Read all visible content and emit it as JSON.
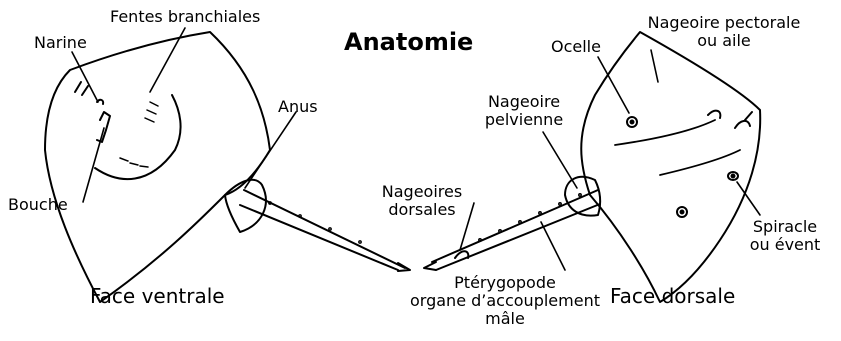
{
  "title": "Anatomie",
  "labels": {
    "fentes_branchiales": "Fentes branchiales",
    "narine": "Narine",
    "bouche": "Bouche",
    "anus": "Anus",
    "nageoire_pelvienne": [
      "Nageoire",
      "pelvienne"
    ],
    "nageoires_dorsales": [
      "Nageoires",
      "dorsales"
    ],
    "pterygopode": [
      "Ptérygopode",
      "organe d’accouplement",
      "mâle"
    ],
    "ocelle": "Ocelle",
    "nageoire_pectorale": [
      "Nageoire pectorale",
      "ou aile"
    ],
    "spiracle": [
      "Spiracle",
      "ou évent"
    ]
  },
  "faces": {
    "ventrale": "Face ventrale",
    "dorsale": "Face dorsale"
  }
}
